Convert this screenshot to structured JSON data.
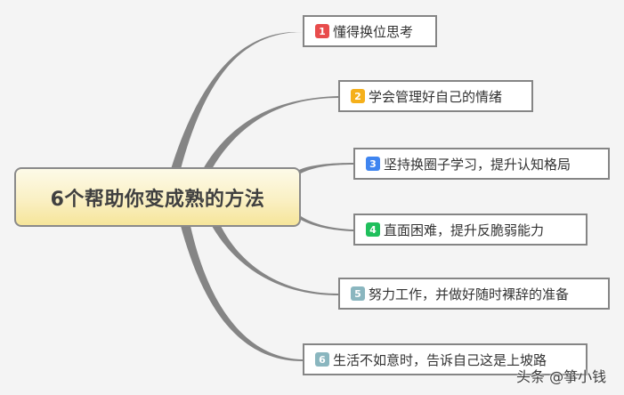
{
  "central_topic": {
    "label": "6个帮助你变成熟的方法",
    "gradient_top": "#fdfae8",
    "gradient_bottom": "#f6e59a"
  },
  "topics": [
    {
      "number": "1",
      "label": "懂得换位思考",
      "badge_color": "#e84c4c"
    },
    {
      "number": "2",
      "label": "学会管理好自己的情绪",
      "badge_color": "#f5b01b"
    },
    {
      "number": "3",
      "label": "坚持换圈子学习，提升认知格局",
      "badge_color": "#3f85f0"
    },
    {
      "number": "4",
      "label": "直面困难，提升反脆弱能力",
      "badge_color": "#1fbf5c"
    },
    {
      "number": "5",
      "label": "努力工作，并做好随时裸辞的准备",
      "badge_color": "#8ab6bf"
    },
    {
      "number": "6",
      "label": "生活不如意时，告诉自己这是上坡路",
      "badge_color": "#8ab6bf"
    }
  ],
  "connector_color": "#858585",
  "watermark": "头条 @箏小钱"
}
